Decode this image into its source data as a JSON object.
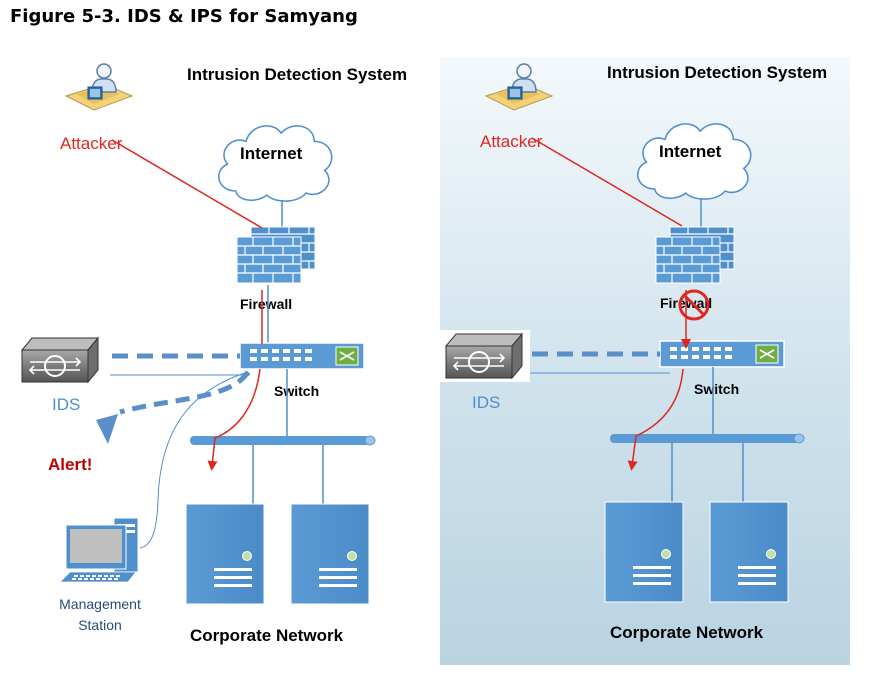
{
  "figure": {
    "title": "Figure 5-3. IDS & IPS for Samyang"
  },
  "left_panel": {
    "heading": "Intrusion Detection System",
    "attacker_label": "Attacker",
    "internet_label": "Internet",
    "firewall_label": "Firewall",
    "switch_label": "Switch",
    "ids_label": "IDS",
    "alert_label": "Alert!",
    "mgmt_line1": "Management",
    "mgmt_line2": "Station",
    "network_label": "Corporate Network"
  },
  "right_panel": {
    "heading": "Intrusion Detection System",
    "attacker_label": "Attacker",
    "internet_label": "Internet",
    "firewall_label": "Firewall",
    "switch_label": "Switch",
    "ids_label": "IDS",
    "network_label": "Corporate Network"
  },
  "colors": {
    "attack_path": "#e0271f",
    "ids_link": "#5b8fc9",
    "alert_text": "#c00000",
    "device_blue": "#5b9bd5",
    "panel_bg": "#c9dde8"
  }
}
